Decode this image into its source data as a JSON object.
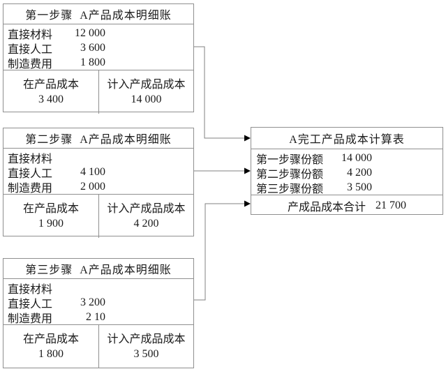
{
  "diagram": {
    "kind": "step-costing flow diagram",
    "line_labels": {
      "material": "直接材料",
      "labor": "直接人工",
      "overhead": "制造费用"
    }
  },
  "step_ledgers": [
    {
      "title": "第一步骤  A产品成本明细账",
      "lines": [
        {
          "label": "直接材料",
          "value": "12 000"
        },
        {
          "label": "直接人工",
          "value": "3 600"
        },
        {
          "label": "制造费用",
          "value": "1 800"
        }
      ],
      "wip": {
        "label": "在产品成本",
        "value": "3 400"
      },
      "transfer": {
        "label": "计入产成品成本",
        "value": "14 000"
      }
    },
    {
      "title": "第二步骤  A产品成本明细账",
      "lines": [
        {
          "label": "直接材料",
          "value": ""
        },
        {
          "label": "直接人工",
          "value": "4 100"
        },
        {
          "label": "制造费用",
          "value": "2 000"
        }
      ],
      "wip": {
        "label": "在产品成本",
        "value": "1 900"
      },
      "transfer": {
        "label": "计入产成品成本",
        "value": "4 200"
      }
    },
    {
      "title": "第三步骤  A产品成本明细账",
      "lines": [
        {
          "label": "直接材料",
          "value": ""
        },
        {
          "label": "直接人工",
          "value": "3 200"
        },
        {
          "label": "制造费用",
          "value": "2 10"
        }
      ],
      "wip": {
        "label": "在产品成本",
        "value": "1 800"
      },
      "transfer": {
        "label": "计入产成品成本",
        "value": "3 500"
      }
    }
  ],
  "summary": {
    "title": "A完工产品成本计算表",
    "rows": [
      {
        "label": "第一步骤份额",
        "value": "14 000"
      },
      {
        "label": "第二步骤份额",
        "value": "4 200"
      },
      {
        "label": "第三步骤份额",
        "value": "3 500"
      }
    ],
    "total": {
      "label": "产成品成本合计",
      "value": "21 700"
    }
  },
  "connectors": [
    {
      "from": "step-1-ledger",
      "to": "summary-table"
    },
    {
      "from": "step-2-ledger",
      "to": "summary-table"
    },
    {
      "from": "step-3-ledger",
      "to": "summary-table"
    }
  ],
  "colors": {
    "border": "#8f8f8f",
    "line": "#808080",
    "arrow": "#000000",
    "text": "#1a1a1a",
    "background": "#ffffff"
  }
}
